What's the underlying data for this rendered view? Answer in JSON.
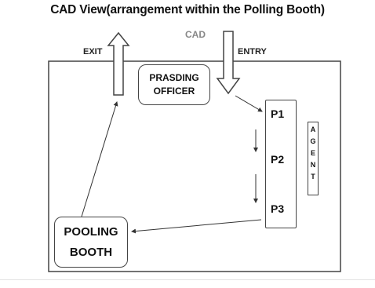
{
  "title": "CAD View(arrangement within the Polling Booth)",
  "labels": {
    "cad": "CAD",
    "exit": "EXIT",
    "entry": "ENTRY"
  },
  "boxes": {
    "officer_line1": "PRASDING",
    "officer_line2": "OFFICER",
    "booth_line1": "POOLING",
    "booth_line2": "BOOTH",
    "p1": "P1",
    "p2": "P2",
    "p3": "P3",
    "agent_letters": [
      "A",
      "G",
      "E",
      "N",
      "T"
    ]
  }
}
